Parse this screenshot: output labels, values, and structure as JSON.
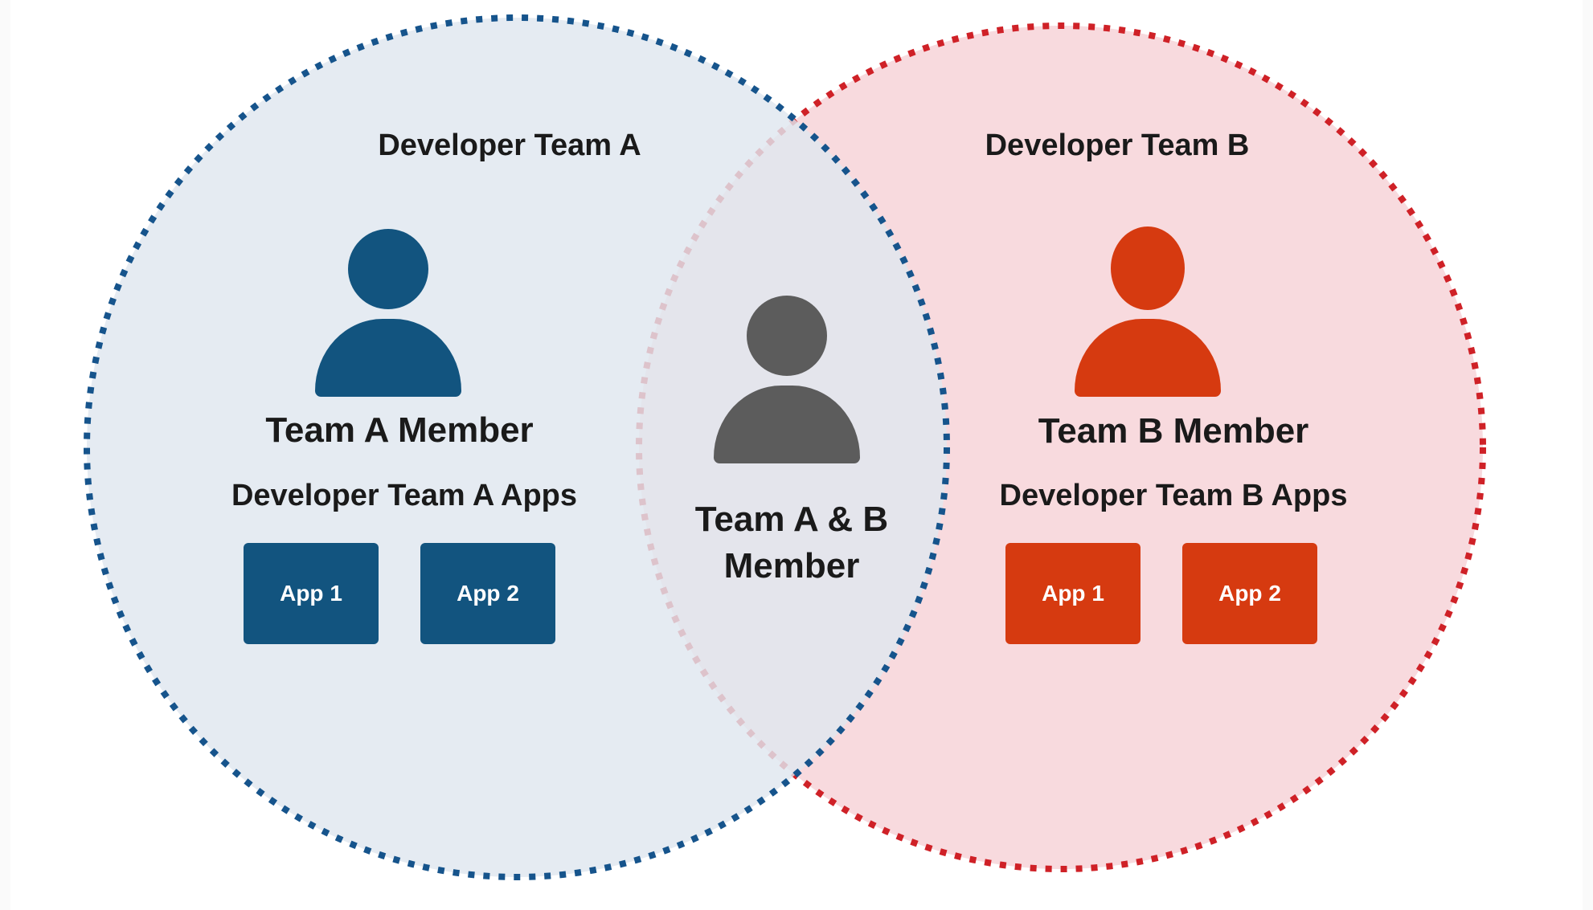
{
  "diagram": {
    "team_a": {
      "title": "Developer Team A",
      "member_label": "Team A Member",
      "apps_label": "Developer Team A Apps",
      "apps": [
        "App 1",
        "App 2"
      ]
    },
    "team_b": {
      "title": "Developer Team B",
      "member_label": "Team B Member",
      "apps_label": "Developer Team B Apps",
      "apps": [
        "App 1",
        "App 2"
      ]
    },
    "overlap": {
      "member_label": "Team A & B Member"
    },
    "icons": [
      "person-icon"
    ]
  },
  "colors": {
    "team_a_primary": "#12547f",
    "team_a_dot": "#16548c",
    "team_a_fill": "rgba(223,231,239,0.82)",
    "team_b_primary": "#d63a10",
    "team_b_dot": "#cf2127",
    "team_b_fill": "#f8dade",
    "overlap_person": "#5c5c5c",
    "text": "#1a1a1a",
    "app_text": "#ffffff",
    "page_bg": "#ffffff",
    "edge_strip": "#fafafa"
  }
}
